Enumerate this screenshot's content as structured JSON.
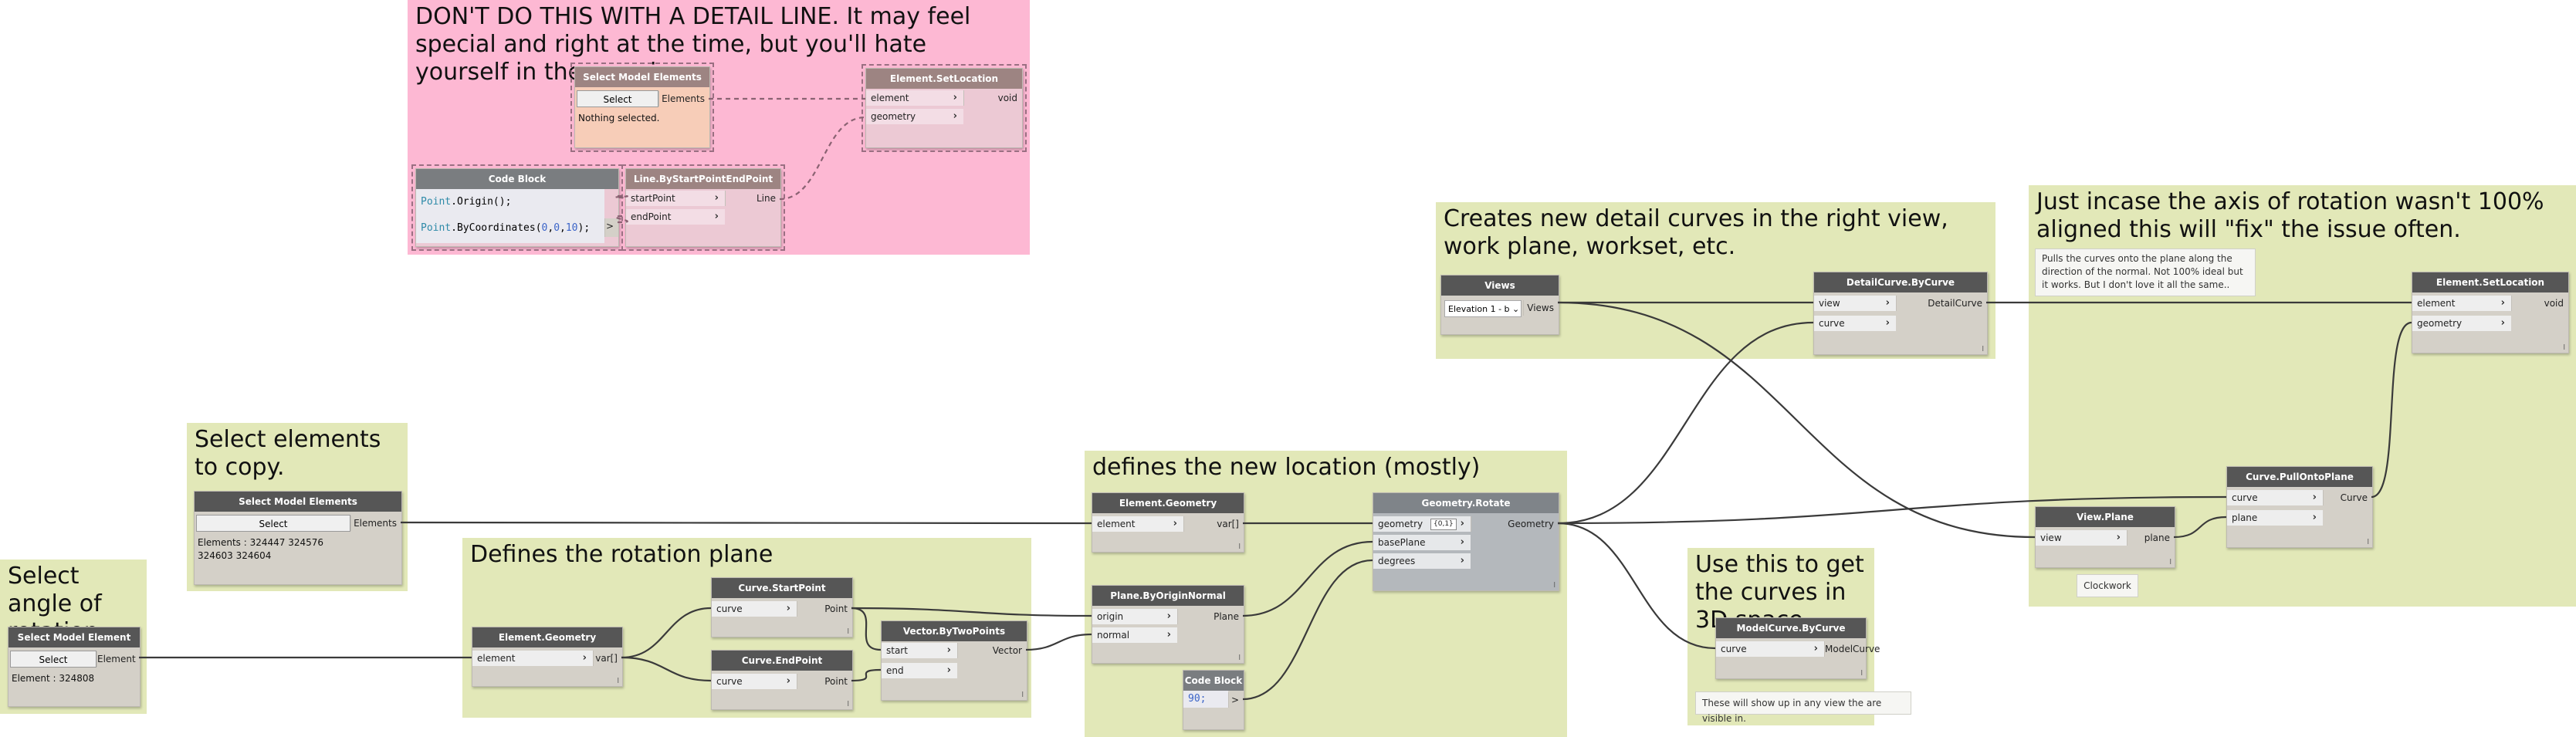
{
  "groups": {
    "detail_line": {
      "title": "DON'T DO THIS WITH A DETAIL LINE. It may feel special and right at the time, but you'll hate yourself in the morning."
    },
    "detail_curves": {
      "title": "Creates new detail curves in the right view, work plane, workset, etc."
    },
    "fix_axis": {
      "title": "Just incase the axis of rotation wasn't 100% aligned this will \"fix\" the issue often."
    },
    "select_copy": {
      "title": "Select elements to copy."
    },
    "new_location": {
      "title": "defines the new location (mostly)"
    },
    "rotation_plane": {
      "title": "Defines the rotation plane"
    },
    "select_angle": {
      "title": "Select angle of rotation."
    },
    "curves_3d": {
      "title": "Use this to get the curves in 3D space. ."
    }
  },
  "nodes": {
    "pink_select": {
      "title": "Select Model Elements",
      "button": "Select",
      "out": "Elements",
      "status": "Nothing selected."
    },
    "pink_setloc": {
      "title": "Element.SetLocation",
      "in1": "element",
      "in2": "geometry",
      "out": "void"
    },
    "pink_code": {
      "title": "Code Block",
      "line1_kw": "Point",
      "line1_rest": ".Origin();",
      "line2_kw": "Point",
      "line2_rest": ".ByCoordinates(",
      "line2_n1": "0",
      "line2_n2": "0",
      "line2_n3": "10",
      "line2_end": ");",
      "out": ">"
    },
    "pink_line": {
      "title": "Line.ByStartPointEndPoint",
      "in1": "startPoint",
      "in2": "endPoint",
      "out": "Line"
    },
    "views": {
      "title": "Views",
      "selected": "Elevation 1 - b",
      "out": "Views"
    },
    "detailcurve": {
      "title": "DetailCurve.ByCurve",
      "in1": "view",
      "in2": "curve",
      "out": "DetailCurve"
    },
    "setloc": {
      "title": "Element.SetLocation",
      "in1": "element",
      "in2": "geometry",
      "out": "void"
    },
    "sel_copy": {
      "title": "Select Model Elements",
      "button": "Select",
      "out": "Elements",
      "status": "Elements : 324447 324576 324603 324604"
    },
    "elgeom2": {
      "title": "Element.Geometry",
      "in1": "element",
      "out": "var[]"
    },
    "rotate": {
      "title": "Geometry.Rotate",
      "in1": "geometry",
      "in2": "basePlane",
      "in3": "degrees",
      "out": "Geometry",
      "badge": "{0,1}"
    },
    "plane_normal": {
      "title": "Plane.ByOriginNormal",
      "in1": "origin",
      "in2": "normal",
      "out": "Plane"
    },
    "code90": {
      "title": "Code Block",
      "value": "90;",
      "out": ">"
    },
    "start_pt": {
      "title": "Curve.StartPoint",
      "in1": "curve",
      "out": "Point"
    },
    "end_pt": {
      "title": "Curve.EndPoint",
      "in1": "curve",
      "out": "Point"
    },
    "vector": {
      "title": "Vector.ByTwoPoints",
      "in1": "start",
      "in2": "end",
      "out": "Vector"
    },
    "elgeom1": {
      "title": "Element.Geometry",
      "in1": "element",
      "out": "var[]"
    },
    "sel_angle": {
      "title": "Select Model Element",
      "button": "Select",
      "out": "Element",
      "status": "Element : 324808"
    },
    "pull": {
      "title": "Curve.PullOntoPlane",
      "in1": "curve",
      "in2": "plane",
      "out": "Curve"
    },
    "viewplane": {
      "title": "View.Plane",
      "in1": "view",
      "out": "plane"
    },
    "modelcurve": {
      "title": "ModelCurve.ByCurve",
      "in1": "curve",
      "out": "ModelCurve"
    }
  },
  "notes": {
    "pull_note": "Pulls the curves onto the plane along the direction of the normal. Not 100% ideal but it works. But I don't love it all the same..",
    "clockwork": "Clockwork",
    "visible_note": "These will show up in any view the are visible in."
  },
  "lacing": "l",
  "colors": {
    "group_green": "#e2e8b8",
    "group_pink": "#fdb8d3",
    "node_header": "#565656",
    "node_body": "#d4d0c8",
    "wire": "#3a3a3a"
  }
}
